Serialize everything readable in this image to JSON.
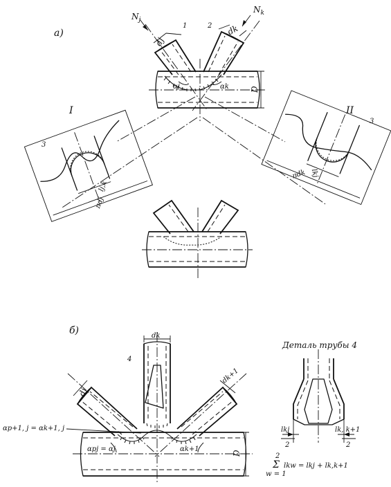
{
  "figure_a": {
    "label": "а)",
    "force_j": "N",
    "force_j_sub": "j",
    "force_k": "N",
    "force_k_sub": "k",
    "member_1": "1",
    "member_2": "2",
    "dim_dj": "dj",
    "dim_dk": "dk",
    "angle_j": "αj",
    "angle_k": "αk",
    "chord_D": "D"
  },
  "detail_I": {
    "label": "I",
    "marker": "3",
    "length": "lj,k",
    "perimeter": "πdj"
  },
  "detail_II": {
    "label": "II",
    "marker": "3",
    "length": "lkj",
    "perimeter": "πdk"
  },
  "figure_b": {
    "label": "б)",
    "member_4": "4",
    "dim_dk": "dk",
    "dim_dj": "dj",
    "dim_dk1": "dk+1",
    "angle_pj": "αpj = αj",
    "angle_k1": "αk+1",
    "callout": "αp+1, j = αk+1, j",
    "chord_D": "D"
  },
  "detail_4": {
    "title": "Деталь трубы 4",
    "length_kj": "lkj",
    "length_k_k1": "lk, k+1",
    "half_1": "2",
    "half_2": "2",
    "formula_sum": "Σ",
    "formula_sum_top": "2",
    "formula_sum_bottom": "w = 1",
    "formula_body": "lkw = lkj + lk,k+1"
  }
}
